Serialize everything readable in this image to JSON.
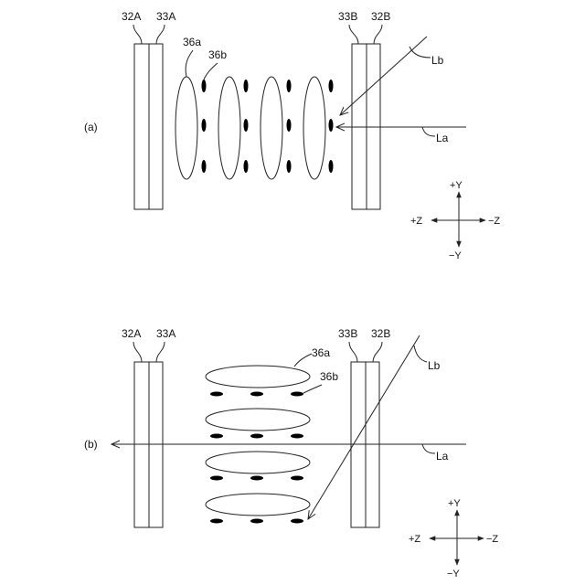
{
  "figure_a": {
    "panel_label": "(a)",
    "plate_labels": {
      "left_outer": "32A",
      "left_inner": "33A",
      "right_inner": "33B",
      "right_outer": "32B"
    },
    "molecule_labels": {
      "large": "36a",
      "small": "36b"
    },
    "ray_labels": {
      "oblique": "Lb",
      "normal": "La"
    },
    "axes": {
      "up": "+Y",
      "down": "−Y",
      "left": "+Z",
      "right": "−Z"
    }
  },
  "figure_b": {
    "panel_label": "(b)",
    "plate_labels": {
      "left_outer": "32A",
      "left_inner": "33A",
      "right_inner": "33B",
      "right_outer": "32B"
    },
    "molecule_labels": {
      "large": "36a",
      "small": "36b"
    },
    "ray_labels": {
      "oblique": "Lb",
      "normal": "La"
    },
    "axes": {
      "up": "+Y",
      "down": "−Y",
      "left": "+Z",
      "right": "−Z"
    }
  }
}
